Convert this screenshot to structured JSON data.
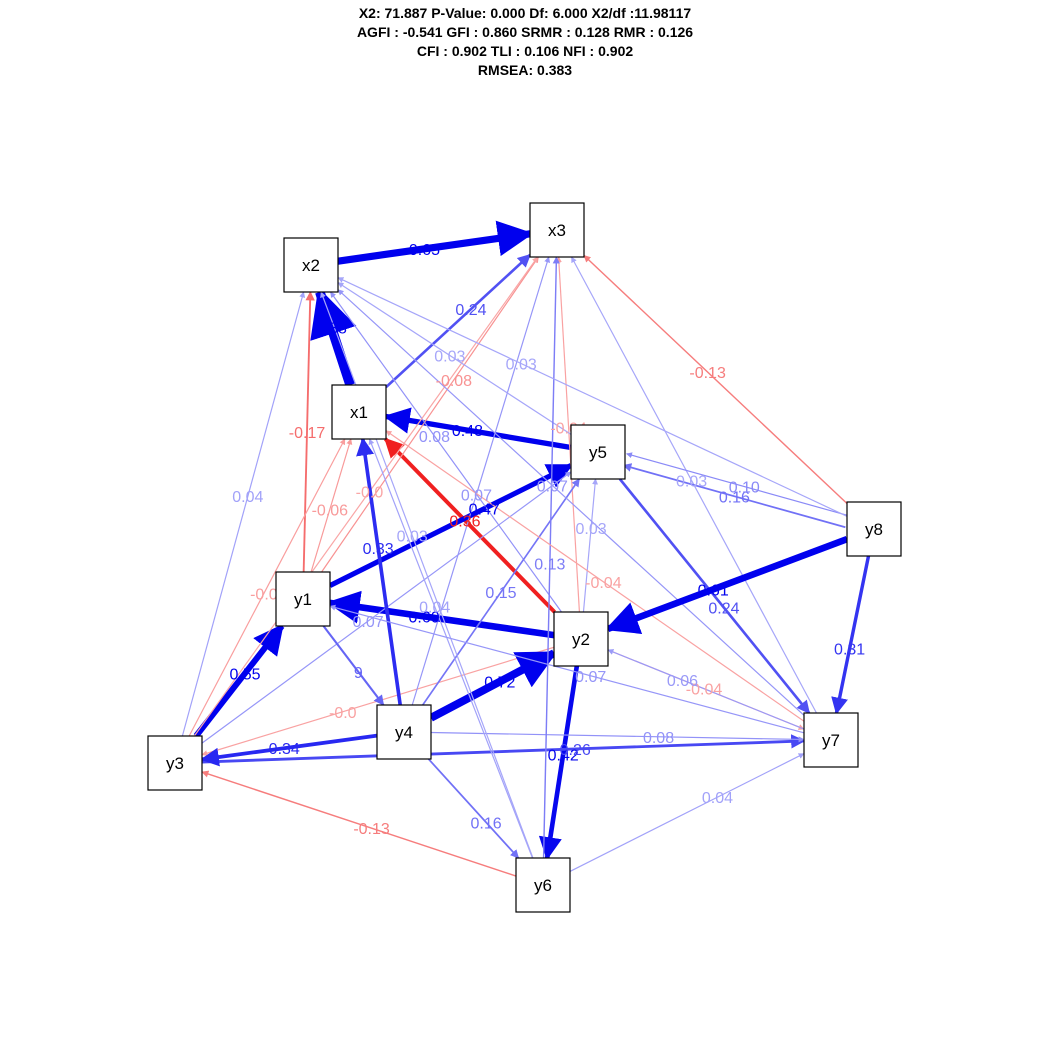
{
  "title_lines": [
    "X2: 71.887  P-Value: 0.000  Df: 6.000  X2/df :11.98117",
    "AGFI : -0.541  GFI : 0.860  SRMR : 0.128  RMR  : 0.126",
    "CFI : 0.902  TLI : 0.106  NFI : 0.902",
    "RMSEA: 0.383"
  ],
  "colors": {
    "positive": "#0000ee",
    "negative": "#ee0000",
    "box_stroke": "#000000"
  },
  "nodes": [
    {
      "id": "x1",
      "label": "x1"
    },
    {
      "id": "x2",
      "label": "x2"
    },
    {
      "id": "x3",
      "label": "x3"
    },
    {
      "id": "y1",
      "label": "y1"
    },
    {
      "id": "y2",
      "label": "y2"
    },
    {
      "id": "y3",
      "label": "y3"
    },
    {
      "id": "y4",
      "label": "y4"
    },
    {
      "id": "y5",
      "label": "y5"
    },
    {
      "id": "y6",
      "label": "y6"
    },
    {
      "id": "y7",
      "label": "y7"
    },
    {
      "id": "y8",
      "label": "y8"
    }
  ],
  "edges": [
    {
      "from": "x2",
      "to": "x3",
      "label": "0.65",
      "value": 0.65
    },
    {
      "from": "x1",
      "to": "x2",
      "label": "0.88",
      "value": 0.88
    },
    {
      "from": "x1",
      "to": "x3",
      "label": "0.24",
      "value": 0.24
    },
    {
      "from": "y5",
      "to": "x1",
      "label": "0.48",
      "value": 0.48
    },
    {
      "from": "y2",
      "to": "x1",
      "label": "0.36",
      "value": -0.36
    },
    {
      "from": "y1",
      "to": "x2",
      "label": "-0.17",
      "value": -0.17
    },
    {
      "from": "y1",
      "to": "x1",
      "label": "-0.06",
      "value": -0.06
    },
    {
      "from": "y1",
      "to": "y5",
      "label": "0.47",
      "value": 0.47
    },
    {
      "from": "y1",
      "to": "x3",
      "label": "-0.08",
      "value": -0.08
    },
    {
      "from": "y2",
      "to": "y1",
      "label": "0.60",
      "value": 0.6
    },
    {
      "from": "y2",
      "to": "x2",
      "label": "0.08",
      "value": 0.08
    },
    {
      "from": "y2",
      "to": "x3",
      "label": "-0.04",
      "value": -0.04
    },
    {
      "from": "y2",
      "to": "y7",
      "label": "-0.04",
      "value": -0.04
    },
    {
      "from": "y2",
      "to": "y6",
      "label": "0.42",
      "value": 0.42
    },
    {
      "from": "y2",
      "to": "y5",
      "label": "0.03",
      "value": 0.03
    },
    {
      "from": "y2",
      "to": "y3",
      "label": "-0.0",
      "value": -0.04
    },
    {
      "from": "y3",
      "to": "y1",
      "label": "0.55",
      "value": 0.55
    },
    {
      "from": "y3",
      "to": "x2",
      "label": "0.04",
      "value": 0.04
    },
    {
      "from": "y3",
      "to": "x3",
      "label": "-0.0",
      "value": -0.03
    },
    {
      "from": "y3",
      "to": "x1",
      "label": "-0.0",
      "value": -0.05
    },
    {
      "from": "y3",
      "to": "y5",
      "label": "0.07",
      "value": 0.07
    },
    {
      "from": "y3",
      "to": "y7",
      "label": "0.26",
      "value": 0.26
    },
    {
      "from": "y4",
      "to": "x1",
      "label": "0.33",
      "value": 0.33
    },
    {
      "from": "y4",
      "to": "y2",
      "label": "0.72",
      "value": 0.72
    },
    {
      "from": "y4",
      "to": "y3",
      "label": "0.34",
      "value": 0.34
    },
    {
      "from": "y4",
      "to": "y5",
      "label": "0.15",
      "value": 0.15
    },
    {
      "from": "y4",
      "to": "x3",
      "label": "0.07",
      "value": 0.07
    },
    {
      "from": "y4",
      "to": "y6",
      "label": "0.16",
      "value": 0.16
    },
    {
      "from": "y4",
      "to": "y7",
      "label": "0.08",
      "value": 0.08
    },
    {
      "from": "y1",
      "to": "y4",
      "label": "9",
      "value": 0.19
    },
    {
      "from": "y5",
      "to": "y7",
      "label": "0.24",
      "value": 0.24
    },
    {
      "from": "y5",
      "to": "x2",
      "label": "0.03",
      "value": 0.03
    },
    {
      "from": "y6",
      "to": "x3",
      "label": "0.13",
      "value": 0.13
    },
    {
      "from": "y6",
      "to": "y3",
      "label": "-0.13",
      "value": -0.13
    },
    {
      "from": "y6",
      "to": "y7",
      "label": "0.04",
      "value": 0.04
    },
    {
      "from": "y6",
      "to": "x1",
      "label": "0.04",
      "value": 0.04
    },
    {
      "from": "y6",
      "to": "x2",
      "label": "0.03",
      "value": 0.03
    },
    {
      "from": "y7",
      "to": "x2",
      "label": "0.07",
      "value": 0.07
    },
    {
      "from": "y7",
      "to": "x3",
      "label": "0.03",
      "value": 0.03
    },
    {
      "from": "y7",
      "to": "x1",
      "label": "-0.04",
      "value": -0.04
    },
    {
      "from": "y7",
      "to": "y1",
      "label": "0.07",
      "value": 0.07
    },
    {
      "from": "y7",
      "to": "y2",
      "label": "0.06",
      "value": 0.06
    },
    {
      "from": "y8",
      "to": "y7",
      "label": "0.31",
      "value": 0.31
    },
    {
      "from": "y8",
      "to": "y2",
      "label": "0.61",
      "value": 0.61
    },
    {
      "from": "y8",
      "to": "x3",
      "label": "-0.13",
      "value": -0.13
    },
    {
      "from": "y8",
      "to": "y5",
      "label": "0.16",
      "value": 0.16
    },
    {
      "from": "y8",
      "to": "y5",
      "label": "0.10",
      "value": 0.1
    },
    {
      "from": "y8",
      "to": "x2",
      "label": "0.03",
      "value": 0.03
    }
  ]
}
